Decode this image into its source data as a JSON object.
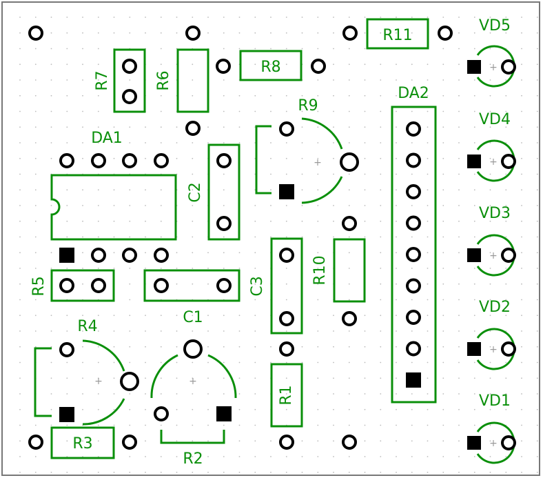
{
  "labels": {
    "r11": "R11",
    "vd5": "VD5",
    "r8": "R8",
    "r7": "R7",
    "r6": "R6",
    "r9": "R9",
    "da2": "DA2",
    "vd4": "VD4",
    "da1": "DA1",
    "c2": "C2",
    "vd3": "VD3",
    "r10": "R10",
    "r5": "R5",
    "c3": "C3",
    "vd2": "VD2",
    "c1": "C1",
    "r4": "R4",
    "r1": "R1",
    "vd1": "VD1",
    "r3": "R3",
    "r2": "R2"
  },
  "colors": {
    "silkscreen": "#0a8f0a",
    "pad": "#000000",
    "board_border": "#777777",
    "background": "#ffffff"
  }
}
